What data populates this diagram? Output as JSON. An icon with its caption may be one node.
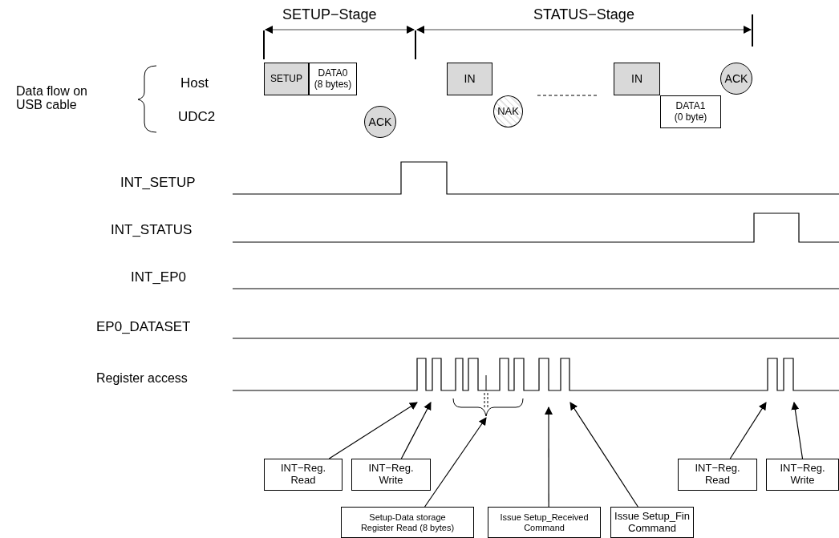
{
  "diagram": {
    "nodes": [
      {
        "text": [
          "SETUP"
        ]
      },
      {
        "text": [
          "DATA0 (8 bytes)"
        ]
      },
      {
        "text": [
          "ACK"
        ]
      },
      {
        "text": [
          "IN"
        ]
      },
      {
        "text": [
          "NAK"
        ]
      },
      {
        "text": [
          "IN"
        ]
      },
      {
        "text": [
          "DATA1 (0 byte)"
        ]
      },
      {
        "text": [
          "ACK"
        ]
      },
      {
        "text": [
          "INT−Reg. Read"
        ]
      },
      {
        "text": [
          "INT−Reg. Write"
        ]
      },
      {
        "text": [
          "Setup-Data storage Register Read (8 bytes)"
        ]
      },
      {
        "text": [
          "Issue Setup_Received Command"
        ]
      },
      {
        "text": [
          "Issue Setup_Fin Command"
        ]
      },
      {
        "text": [
          "INT−Reg. Read"
        ]
      },
      {
        "text": [
          "INT−Reg. Write"
        ]
      },
      {
        "text": [],
        "shape": "brace"
      }
    ],
    "edges": [
      {
        "from": 8,
        "to": null,
        "arrow": "to"
      },
      {
        "from": 9,
        "to": null,
        "arrow": "to"
      },
      {
        "from": 10,
        "to": 15,
        "arrow": "to"
      },
      {
        "from": 11,
        "to": null,
        "arrow": "to"
      },
      {
        "from": 12,
        "to": null,
        "arrow": "to"
      },
      {
        "from": 13,
        "to": null,
        "arrow": "to"
      },
      {
        "from": 14,
        "to": null,
        "arrow": "to"
      }
    ],
    "labels": [
      "SETUP−Stage",
      "STATUS−Stage",
      "Data flow on USB cable",
      "Host",
      "UDC2",
      "INT_SETUP",
      "INT_STATUS",
      "INT_EP0",
      "EP0_DATASET",
      "Register access"
    ]
  }
}
